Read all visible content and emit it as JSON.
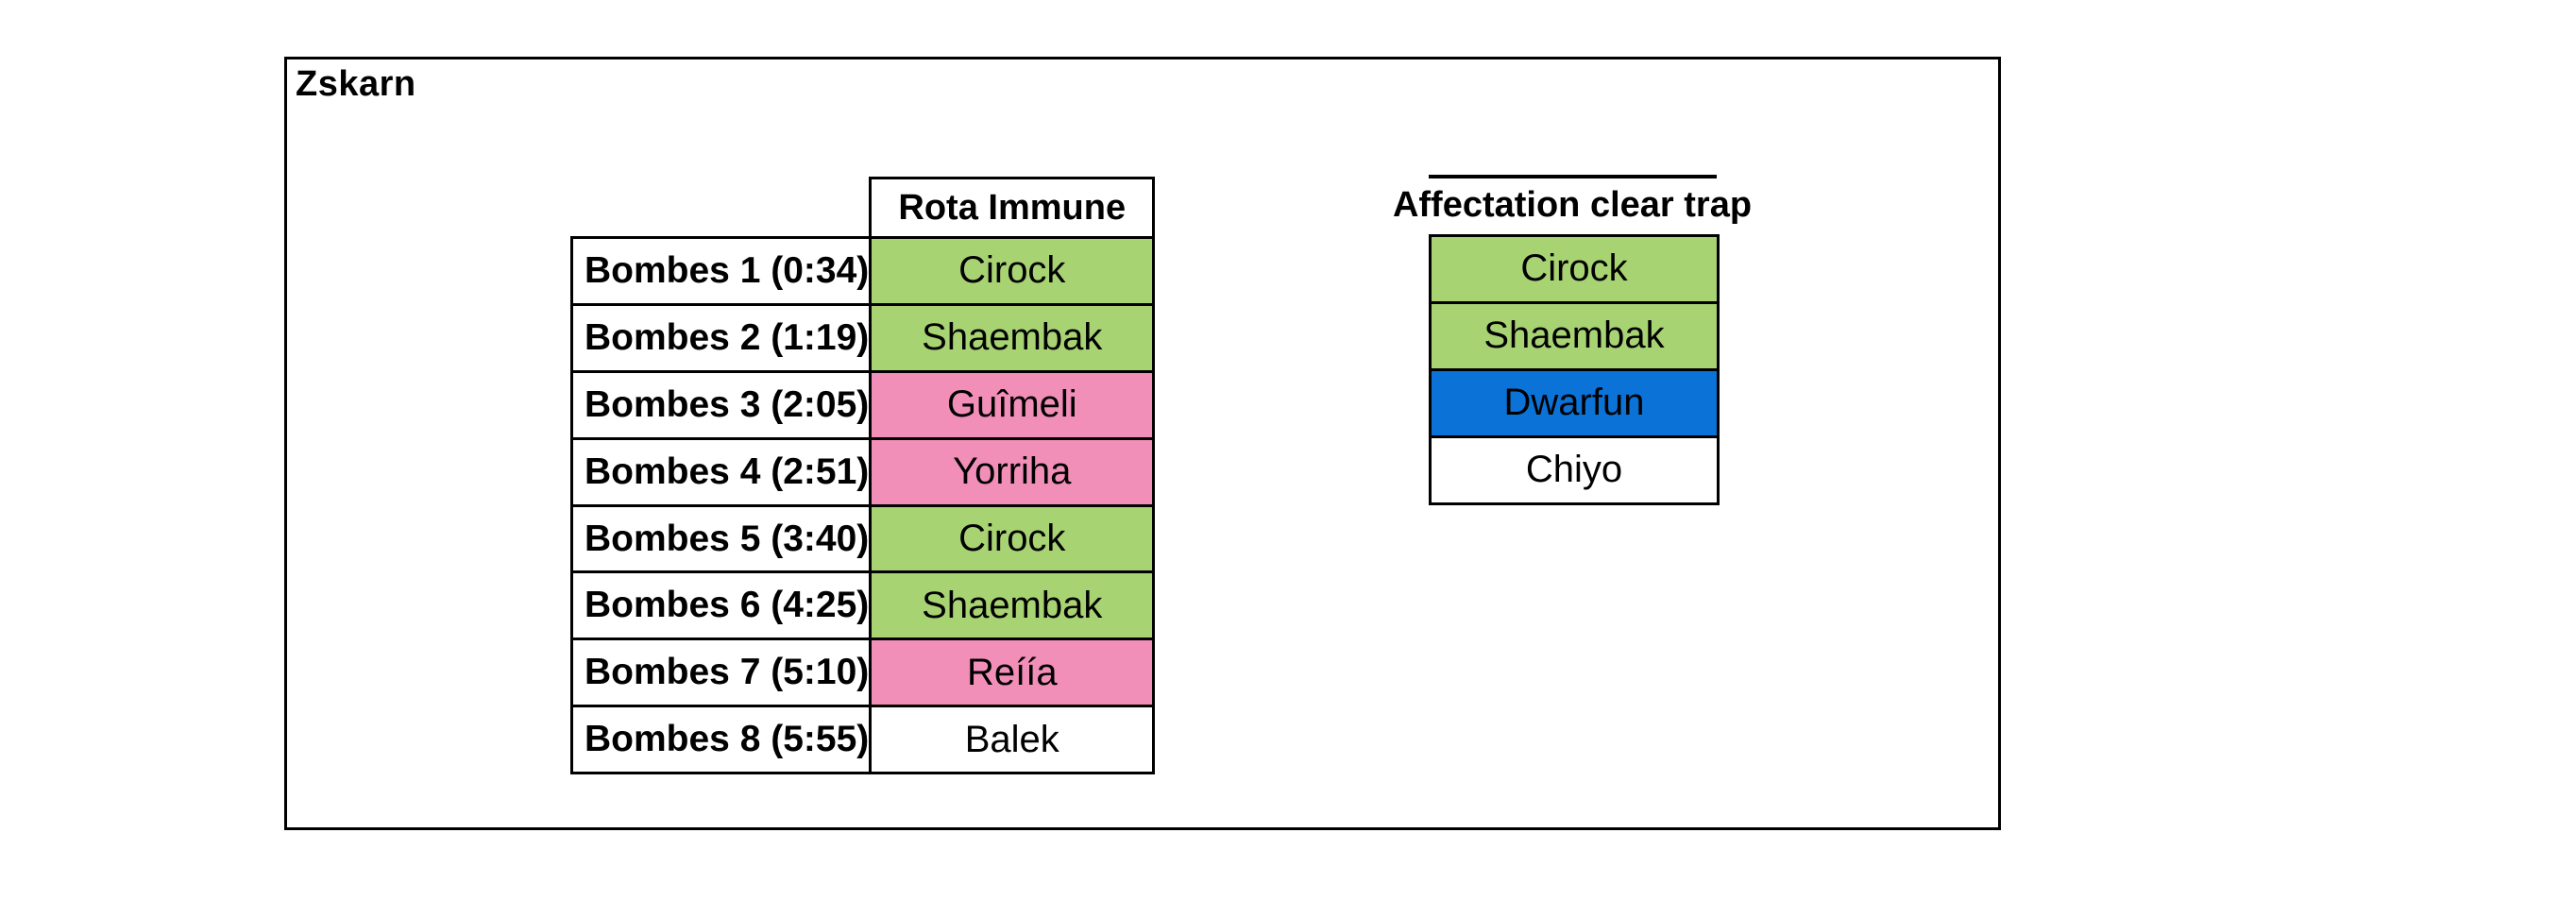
{
  "box": {
    "title": "Zskarn"
  },
  "left_table": {
    "header": "Rota Immune",
    "rows": [
      {
        "label": "Bombes 1 (0:34)",
        "value": "Cirock",
        "color": "green"
      },
      {
        "label": "Bombes 2 (1:19)",
        "value": "Shaembak",
        "color": "green"
      },
      {
        "label": "Bombes 3 (2:05)",
        "value": "Guîmeli",
        "color": "pink"
      },
      {
        "label": "Bombes 4 (2:51)",
        "value": "Yorriha",
        "color": "pink"
      },
      {
        "label": "Bombes 5 (3:40)",
        "value": "Cirock",
        "color": "green"
      },
      {
        "label": "Bombes 6 (4:25)",
        "value": "Shaembak",
        "color": "green"
      },
      {
        "label": "Bombes 7 (5:10)",
        "value": "Reíía",
        "color": "pink"
      },
      {
        "label": "Bombes 8 (5:55)",
        "value": "Balek",
        "color": "white"
      }
    ]
  },
  "right_table": {
    "title": "Affectation clear trap",
    "cells": [
      {
        "value": "Cirock",
        "color": "green"
      },
      {
        "value": "Shaembak",
        "color": "green"
      },
      {
        "value": "Dwarfun",
        "color": "blue"
      },
      {
        "value": "Chiyo",
        "color": "white"
      }
    ]
  },
  "colors": {
    "green": "#A8D373",
    "pink": "#F28FB9",
    "blue": "#0B73D7",
    "white": "#FFFFFF",
    "border": "#000000"
  }
}
